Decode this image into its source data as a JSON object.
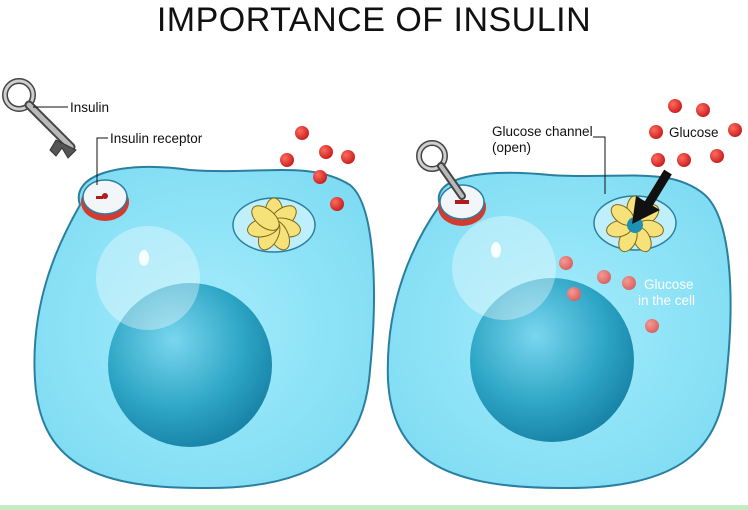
{
  "title": "IMPORTANCE OF INSULIN",
  "labels": {
    "insulin": "Insulin",
    "insulin_receptor": "Insulin receptor",
    "glucose_channel_line1": "Glucose channel",
    "glucose_channel_line2": "(open)",
    "glucose": "Glucose",
    "glucose_in_cell_line1": "Glucose",
    "glucose_in_cell_line2": "in the cell"
  },
  "colors": {
    "cell": "#8ee3f7",
    "cell_outline": "#2a7fa0",
    "nucleus": "#2ba3c4",
    "glucose": "#e02a2a",
    "channel_petal": "#f7e27a",
    "background_strip": "#c8ecc2"
  }
}
